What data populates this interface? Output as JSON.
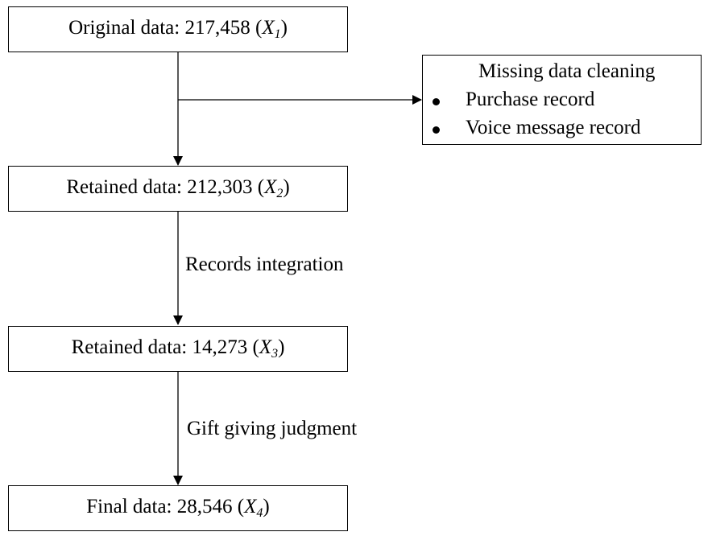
{
  "boxes": [
    {
      "prefix": "Original data: 217,458 (",
      "var": "X",
      "sub": "1",
      "suffix": ")"
    },
    {
      "prefix": "Retained data: 212,303 (",
      "var": "X",
      "sub": "2",
      "suffix": ")"
    },
    {
      "prefix": "Retained data: 14,273 (",
      "var": "X",
      "sub": "3",
      "suffix": ")"
    },
    {
      "prefix": "Final data: 28,546 (",
      "var": "X",
      "sub": "4",
      "suffix": ")"
    }
  ],
  "side": {
    "title": "Missing data cleaning",
    "items": [
      "Purchase record",
      "Voice message record"
    ]
  },
  "edge_labels": [
    "Records integration",
    "Gift giving judgment"
  ]
}
